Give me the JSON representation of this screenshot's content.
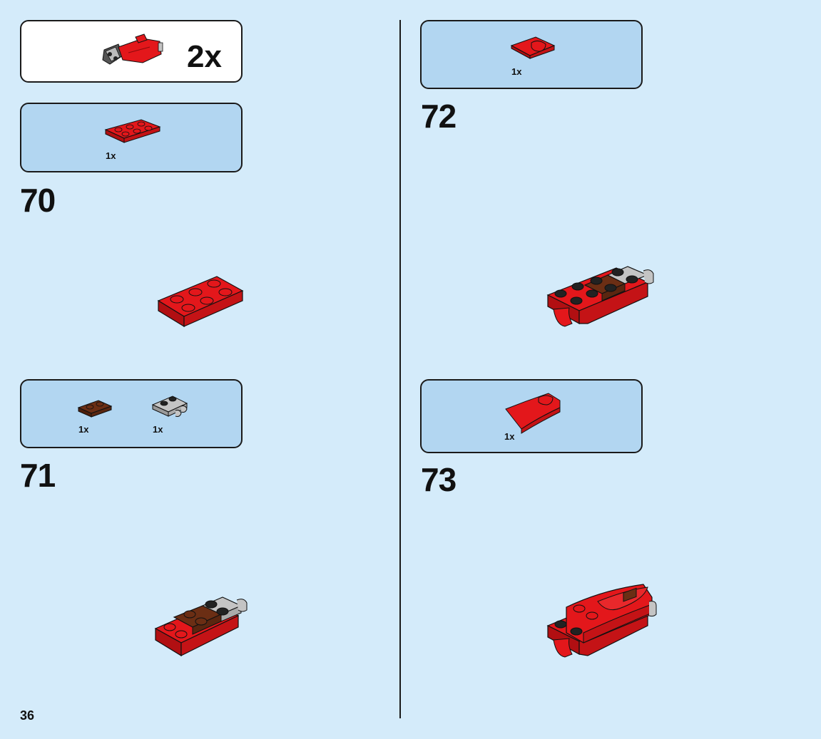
{
  "page_number": "36",
  "subassembly_callout": {
    "multiplier": "2x"
  },
  "steps": [
    {
      "number": "70",
      "parts": [
        {
          "quantity": "1x",
          "part": "red 2x3 plate"
        }
      ]
    },
    {
      "number": "71",
      "parts": [
        {
          "quantity": "1x",
          "part": "brown 1x2 plate"
        },
        {
          "quantity": "1x",
          "part": "light grey clip plate"
        }
      ]
    },
    {
      "number": "72",
      "parts": [
        {
          "quantity": "1x",
          "part": "red curved slope"
        }
      ]
    },
    {
      "number": "73",
      "parts": [
        {
          "quantity": "1x",
          "part": "red wedge curved slope"
        }
      ]
    }
  ],
  "colors": {
    "background": "#d4ebfa",
    "callout": "#b2d6f1",
    "brick_red": "#e3171b",
    "brick_brown": "#6b2e14",
    "brick_grey": "#c4c4c4",
    "stud_black": "#222222"
  }
}
